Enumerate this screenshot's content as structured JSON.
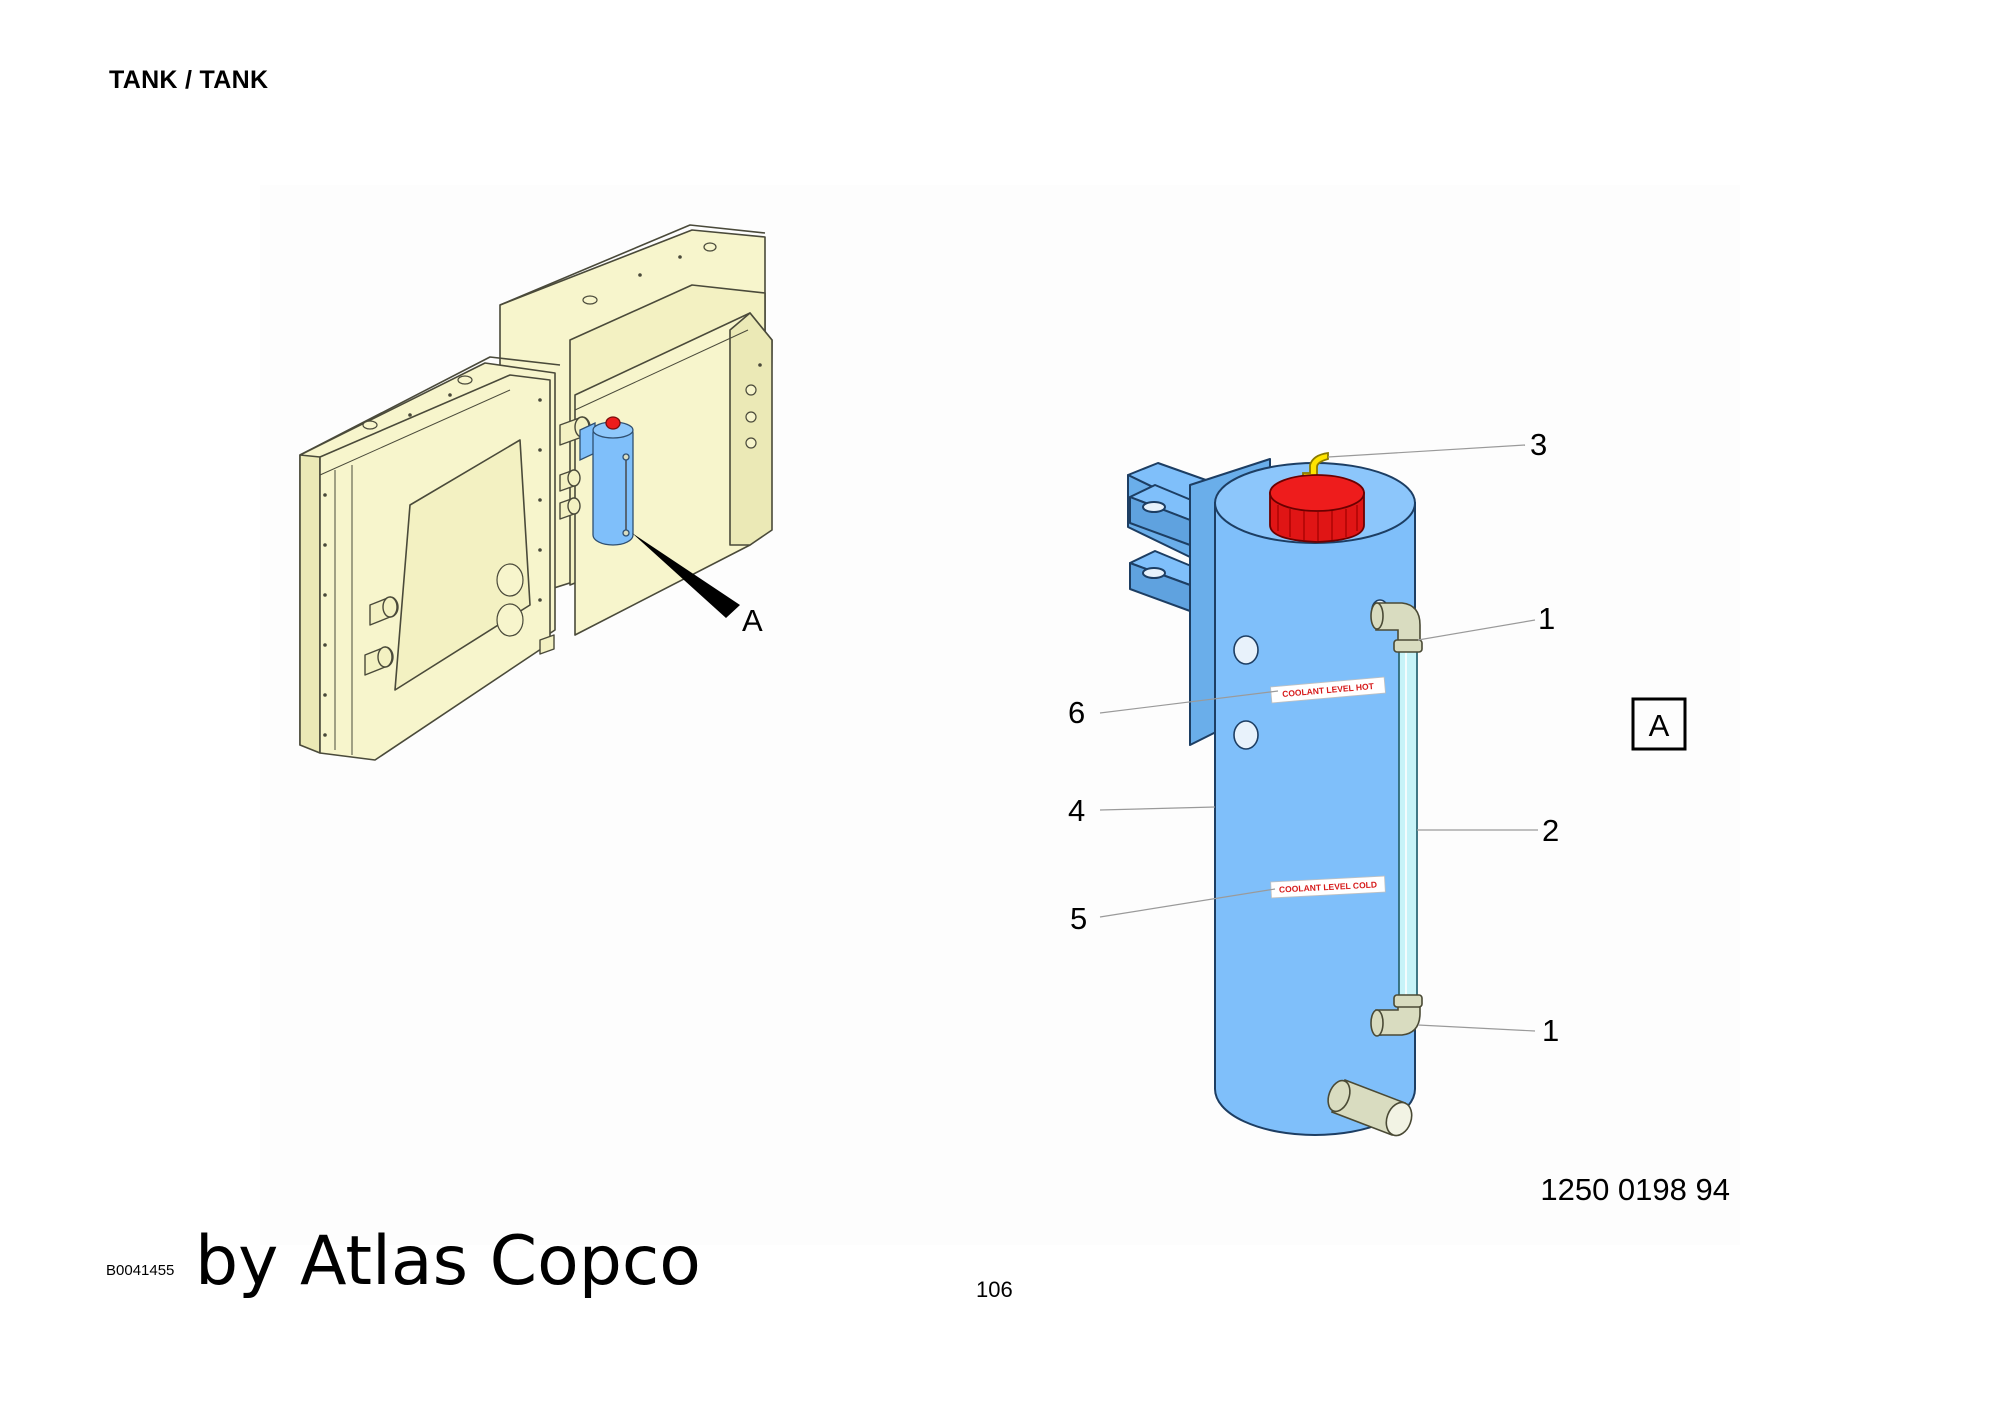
{
  "page": {
    "title": "TANK / TANK",
    "doc_code": "B0041455",
    "brand": "by Atlas Copco",
    "page_number": "106"
  },
  "figure": {
    "part_number": "1250 0198 94",
    "overview_callout": "A",
    "detail_view_label": "A",
    "callouts": {
      "cap": "3",
      "fitting_top": "1",
      "level_tube": "2",
      "fitting_bottom": "1",
      "label_hot": "6",
      "tank_body": "4",
      "label_cold": "5"
    },
    "labels": {
      "hot": "COOLANT LEVEL HOT",
      "cold": "COOLANT LEVEL COLD"
    },
    "colors": {
      "radiator": "#f7f5cc",
      "tank": "#7fbffa",
      "cap": "#ee1c1c",
      "sight_tube": "#c7f3f8",
      "fitting": "#d9dcc0"
    }
  }
}
